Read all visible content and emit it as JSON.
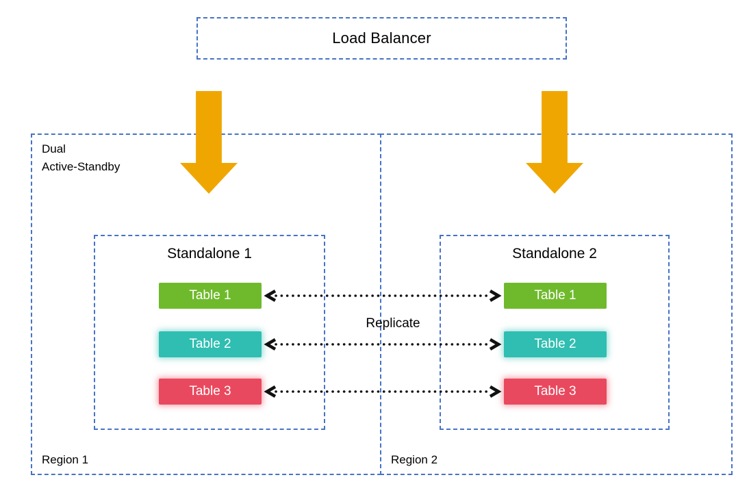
{
  "load_balancer": {
    "label": "Load Balancer"
  },
  "replicate_label": "Replicate",
  "regions": [
    {
      "label": "Region 1",
      "annotation": "Dual\nActive-Standby",
      "standalone": {
        "title": "Standalone 1",
        "tables": [
          {
            "label": "Table 1"
          },
          {
            "label": "Table 2"
          },
          {
            "label": "Table 3"
          }
        ]
      }
    },
    {
      "label": "Region 2",
      "annotation": "",
      "standalone": {
        "title": "Standalone 2",
        "tables": [
          {
            "label": "Table 1"
          },
          {
            "label": "Table 2"
          },
          {
            "label": "Table 3"
          }
        ]
      }
    }
  ],
  "colors": {
    "dashed_border_blue": "#4673C4",
    "flow_arrow_gold": "#F0A600",
    "table1_green": "#6FBA2C",
    "table2_teal": "#2FBEB1",
    "table3_red": "#E9495E",
    "replicate_arrow_black": "#111111"
  }
}
